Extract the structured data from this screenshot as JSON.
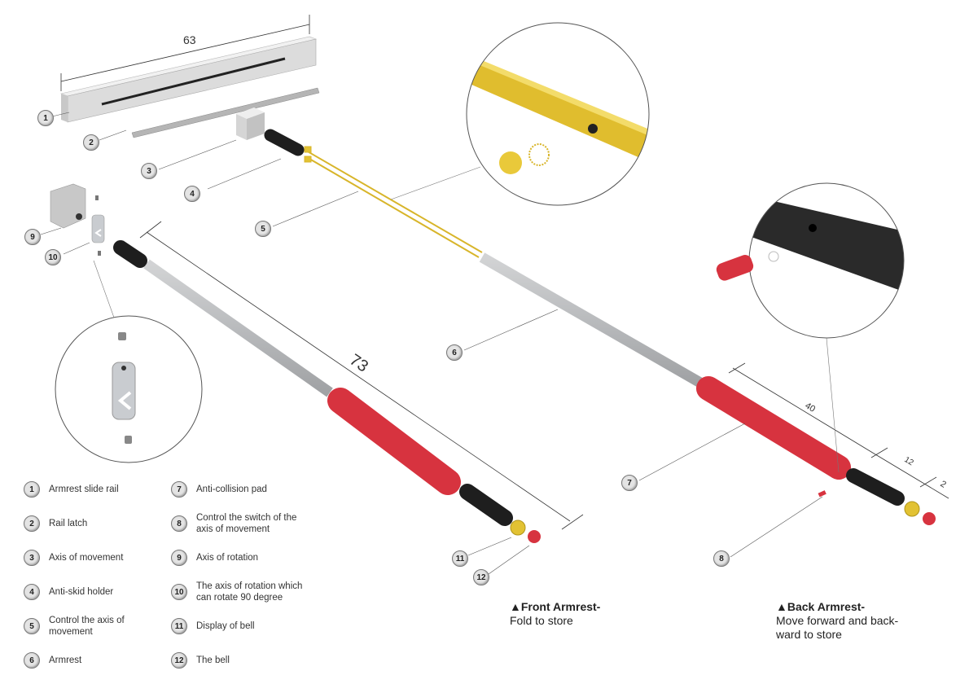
{
  "dimensions": {
    "rail_length": "63",
    "front_armrest_length": "73",
    "back_pad_length": "40",
    "back_grip_length": "12",
    "back_end_length": "2"
  },
  "callouts": [
    "1",
    "2",
    "3",
    "4",
    "5",
    "6",
    "7",
    "8",
    "9",
    "10",
    "11",
    "12"
  ],
  "legend": [
    {
      "num": "1",
      "label": "Armrest slide rail"
    },
    {
      "num": "2",
      "label": "Rail latch"
    },
    {
      "num": "3",
      "label": "Axis of movement"
    },
    {
      "num": "4",
      "label": "Anti-skid holder"
    },
    {
      "num": "5",
      "label": "Control the axis of movement"
    },
    {
      "num": "6",
      "label": "Armrest"
    },
    {
      "num": "7",
      "label": "Anti-collision pad"
    },
    {
      "num": "8",
      "label": "Control the switch of the axis of movement"
    },
    {
      "num": "9",
      "label": "Axis of rotation"
    },
    {
      "num": "10",
      "label": "The axis of rotation which can rotate 90 degree"
    },
    {
      "num": "11",
      "label": "Display of bell"
    },
    {
      "num": "12",
      "label": "The bell"
    }
  ],
  "captions": {
    "front": {
      "marker": "▲",
      "title": "Front Armrest-",
      "text": "Fold to store"
    },
    "back": {
      "marker": "▲",
      "title": "Back Armrest-",
      "text": "Move forward and back-ward to store"
    }
  },
  "colors": {
    "pad_red": "#d7333f",
    "gold": "#e2c233",
    "silver": "#c9ccd0",
    "black": "#1e1e1e"
  }
}
